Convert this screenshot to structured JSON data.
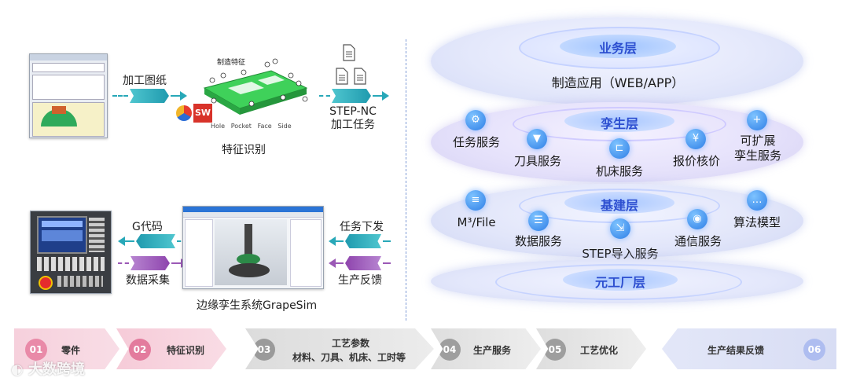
{
  "left": {
    "drawing_label": "加工图纸",
    "feature_title": "制造特征",
    "feature_legend": [
      "Hole",
      "Pocket",
      "Face",
      "Side"
    ],
    "feature_caption": "特征识别",
    "sw_logo": "SW",
    "stepnc_line1": "STEP-NC",
    "stepnc_line2": "加工任务",
    "gcode_label": "G代码",
    "collect_label": "数据采集",
    "task_label": "任务下发",
    "feedback_label": "生产反馈",
    "grapesim_caption": "边缘孪生系统GrapeSim"
  },
  "layers": {
    "business": {
      "tag": "业务层",
      "text": "制造应用（WEB/APP）"
    },
    "twin": {
      "tag": "孪生层",
      "services": [
        "任务服务",
        "刀具服务",
        "机床服务",
        "报价核价",
        "可扩展\n孪生服务"
      ]
    },
    "infra": {
      "tag": "基建层",
      "services": [
        "M³/File",
        "数据服务",
        "STEP导入服务",
        "通信服务",
        "算法模型"
      ]
    },
    "meta": {
      "tag": "元工厂层"
    }
  },
  "steps": [
    {
      "num": "01",
      "text": "零件"
    },
    {
      "num": "02",
      "text": "特征识别"
    },
    {
      "num": "03",
      "text": "工艺参数",
      "sub": "材料、刀具、机床、工时等"
    },
    {
      "num": "04",
      "text": "生产服务"
    },
    {
      "num": "05",
      "text": "工艺优化"
    },
    {
      "num": "06",
      "text": "生产结果反馈"
    }
  ],
  "watermark": "大数跨境",
  "icons": [
    "gear-icon",
    "tool-icon",
    "machine-icon",
    "yen-icon",
    "plus-file-icon",
    "doc-icon",
    "database-icon",
    "import-icon",
    "network-icon",
    "chat-icon"
  ],
  "colors": {
    "teal": "#28a8b8",
    "purple": "#9b59b6",
    "blue_tag": "#2d4fd0",
    "pink_step": "#f4c3d2",
    "gray_step": "#dcdcdc",
    "lav_step": "#dde2f7"
  }
}
